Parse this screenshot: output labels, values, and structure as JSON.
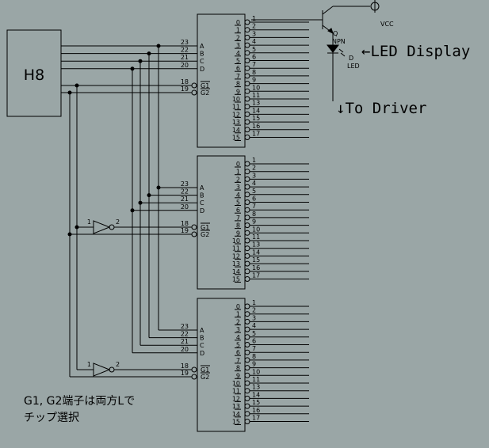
{
  "mcu": {
    "label": "H8"
  },
  "transistor": {
    "label_q": "Q",
    "label_npn": "NPN"
  },
  "vcc": {
    "label": "VCC"
  },
  "led": {
    "label_d": "D",
    "label_led": "LED"
  },
  "callouts": {
    "led_display": "←LED Display",
    "to_driver": "↓To Driver"
  },
  "note": {
    "line1": "G1, G2端子は両方Lで",
    "line2": "チップ選択"
  },
  "decoder": {
    "input_pins": [
      {
        "num": "23",
        "name": "A"
      },
      {
        "num": "22",
        "name": "B"
      },
      {
        "num": "21",
        "name": "C"
      },
      {
        "num": "20",
        "name": "D"
      }
    ],
    "enable_pins": [
      {
        "num": "18",
        "name": "G1"
      },
      {
        "num": "19",
        "name": "G2"
      }
    ],
    "outputs": [
      "0",
      "1",
      "2",
      "3",
      "4",
      "5",
      "6",
      "7",
      "8",
      "9",
      "10",
      "11",
      "12",
      "13",
      "14",
      "15"
    ],
    "output_pins": [
      "1",
      "2",
      "3",
      "4",
      "5",
      "6",
      "7",
      "8",
      "9",
      "10",
      "11",
      "13",
      "14",
      "15",
      "16",
      "17"
    ]
  },
  "inverter": {
    "pin_in": "1",
    "pin_out": "2"
  }
}
